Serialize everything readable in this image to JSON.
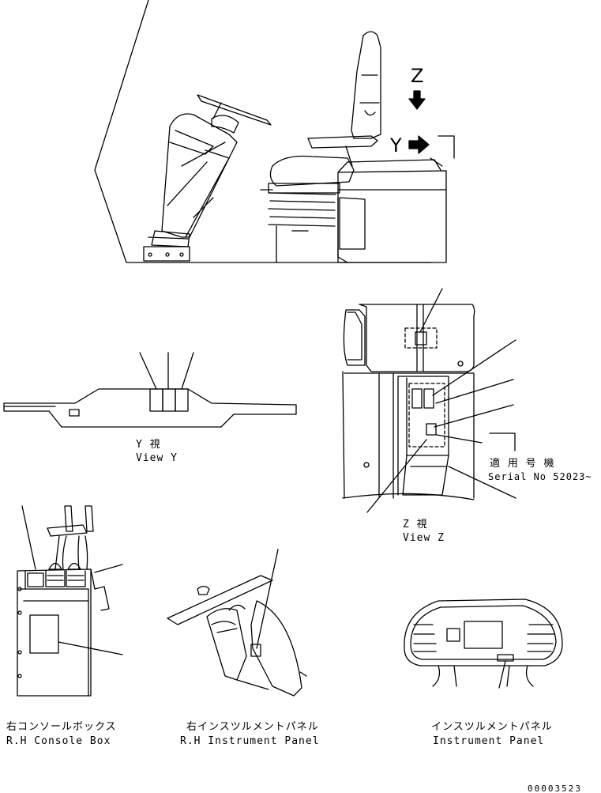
{
  "view_letters": {
    "z": "Z",
    "y": "Y"
  },
  "views": {
    "y": {
      "jp": "Y 視",
      "en": "View Y"
    },
    "z": {
      "jp": "Z 視",
      "en": "View Z"
    }
  },
  "serial": {
    "jp": "適 用 号 機",
    "en": "Serial No 52023~"
  },
  "panels": {
    "rh_console": {
      "jp": "右コンソールボックス",
      "en": "R.H Console Box"
    },
    "rh_instrument": {
      "jp": "右インスツルメントパネル",
      "en": "R.H Instrument Panel"
    },
    "instrument": {
      "jp": "インスツルメントパネル",
      "en": "Instrument Panel"
    }
  },
  "doc_number": "00003523"
}
